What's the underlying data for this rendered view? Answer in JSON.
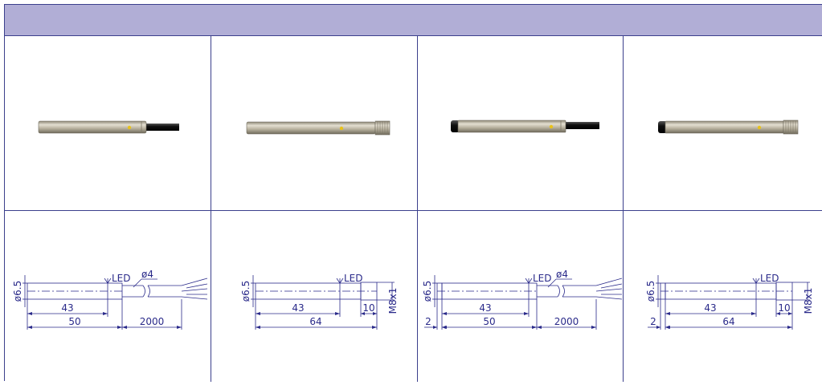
{
  "header": {
    "title": ""
  },
  "colors": {
    "header_bg": "#b1aed6",
    "grid_line": "#3b3f8c",
    "dim_line": "#2a2a8a",
    "led": "#e8c21a",
    "metal": "#b7b09e",
    "cable": "#1e1e1e"
  },
  "products": [
    {
      "photo": {
        "connection": "cable",
        "icon": "cylindrical-sensor-cable"
      },
      "drawing": {
        "diameter": "ø6.5",
        "led": "LED",
        "cable_dia": "ø4",
        "length_a": "43",
        "length_b": "50",
        "cable_length": "2000",
        "offset": "",
        "thread_len": "",
        "thread": ""
      }
    },
    {
      "photo": {
        "connection": "connector",
        "icon": "cylindrical-sensor-m8-connector"
      },
      "drawing": {
        "diameter": "ø6.5",
        "led": "LED",
        "cable_dia": "",
        "length_a": "43",
        "length_b": "64",
        "cable_length": "",
        "offset": "",
        "thread_len": "10",
        "thread": "M8x1"
      }
    },
    {
      "photo": {
        "connection": "cable",
        "icon": "cylindrical-sensor-cable-nonflush"
      },
      "drawing": {
        "diameter": "ø6.5",
        "led": "LED",
        "cable_dia": "ø4",
        "length_a": "43",
        "length_b": "50",
        "cable_length": "2000",
        "offset": "2",
        "thread_len": "",
        "thread": ""
      }
    },
    {
      "photo": {
        "connection": "connector",
        "icon": "cylindrical-sensor-m8-connector-nonflush"
      },
      "drawing": {
        "diameter": "ø6.5",
        "led": "LED",
        "cable_dia": "",
        "length_a": "43",
        "length_b": "64",
        "cable_length": "",
        "offset": "2",
        "thread_len": "10",
        "thread": "M8x1"
      }
    }
  ]
}
